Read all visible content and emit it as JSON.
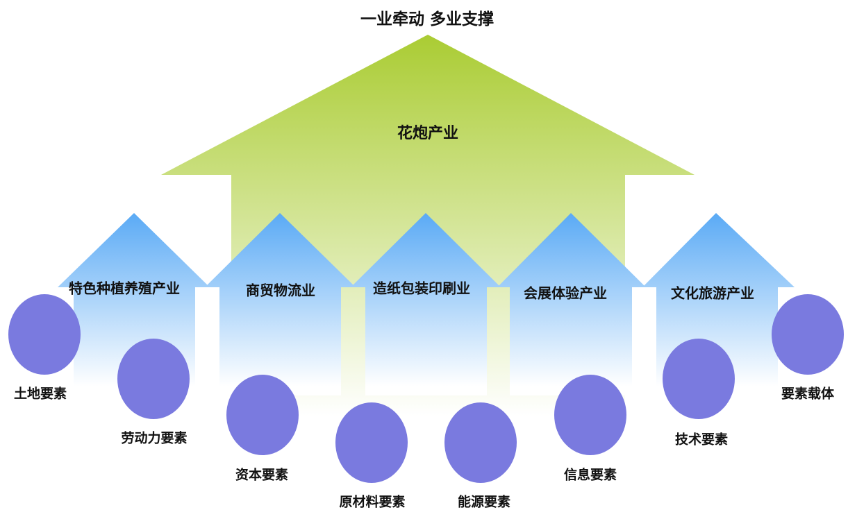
{
  "title": "一业牵动  多业支撑",
  "main_industry": "花炮产业",
  "sub_industries": [
    {
      "label": "特色种植养殖产业"
    },
    {
      "label": "商贸物流业"
    },
    {
      "label": "造纸包装印刷业"
    },
    {
      "label": "会展体验产业"
    },
    {
      "label": "文化旅游产业"
    }
  ],
  "factors": [
    {
      "label": "土地要素"
    },
    {
      "label": "劳动力要素"
    },
    {
      "label": "资本要素"
    },
    {
      "label": "原材料要素"
    },
    {
      "label": "能源要素"
    },
    {
      "label": "信息要素"
    },
    {
      "label": "技术要素"
    },
    {
      "label": "要素载体"
    }
  ],
  "colors": {
    "main_arrow_top": "#aacc33",
    "main_arrow_bottom": "#ffffff",
    "sub_arrow_top": "#5aaaf5",
    "sub_arrow_bottom": "#ffffff",
    "factor_circle": "#7a7adf"
  }
}
